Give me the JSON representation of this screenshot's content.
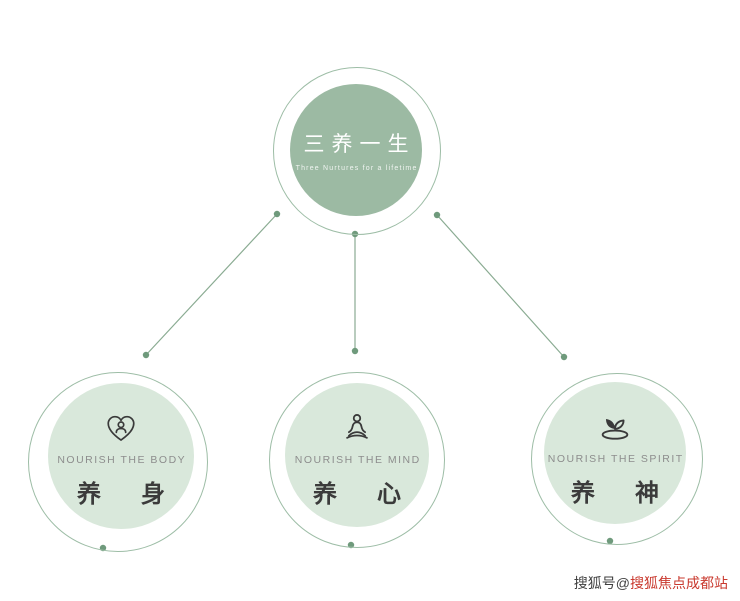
{
  "root_node": {
    "title": "三养一生",
    "subtitle": "Three Nurtures for a lifetime"
  },
  "nodes": [
    {
      "icon": "heart-care-icon",
      "caption": "NOURISH THE BODY",
      "label": "养身"
    },
    {
      "icon": "meditation-icon",
      "caption": "NOURISH THE MIND",
      "label": "养心"
    },
    {
      "icon": "sprout-bowl-icon",
      "caption": "NOURISH THE SPIRIT",
      "label": "养神"
    }
  ],
  "watermark": {
    "prefix": "搜狐号@",
    "account": "搜狐焦点成都站"
  },
  "colors": {
    "root_fill": "#9cbaa3",
    "node_fill": "#d9e8db",
    "ring_stroke": "#9dbda6",
    "connector": "#8aab92",
    "dot": "#6f9a7c",
    "caption_text": "#8d8d8d",
    "label_text": "#3b3b3b",
    "watermark_red": "#c9392e"
  }
}
